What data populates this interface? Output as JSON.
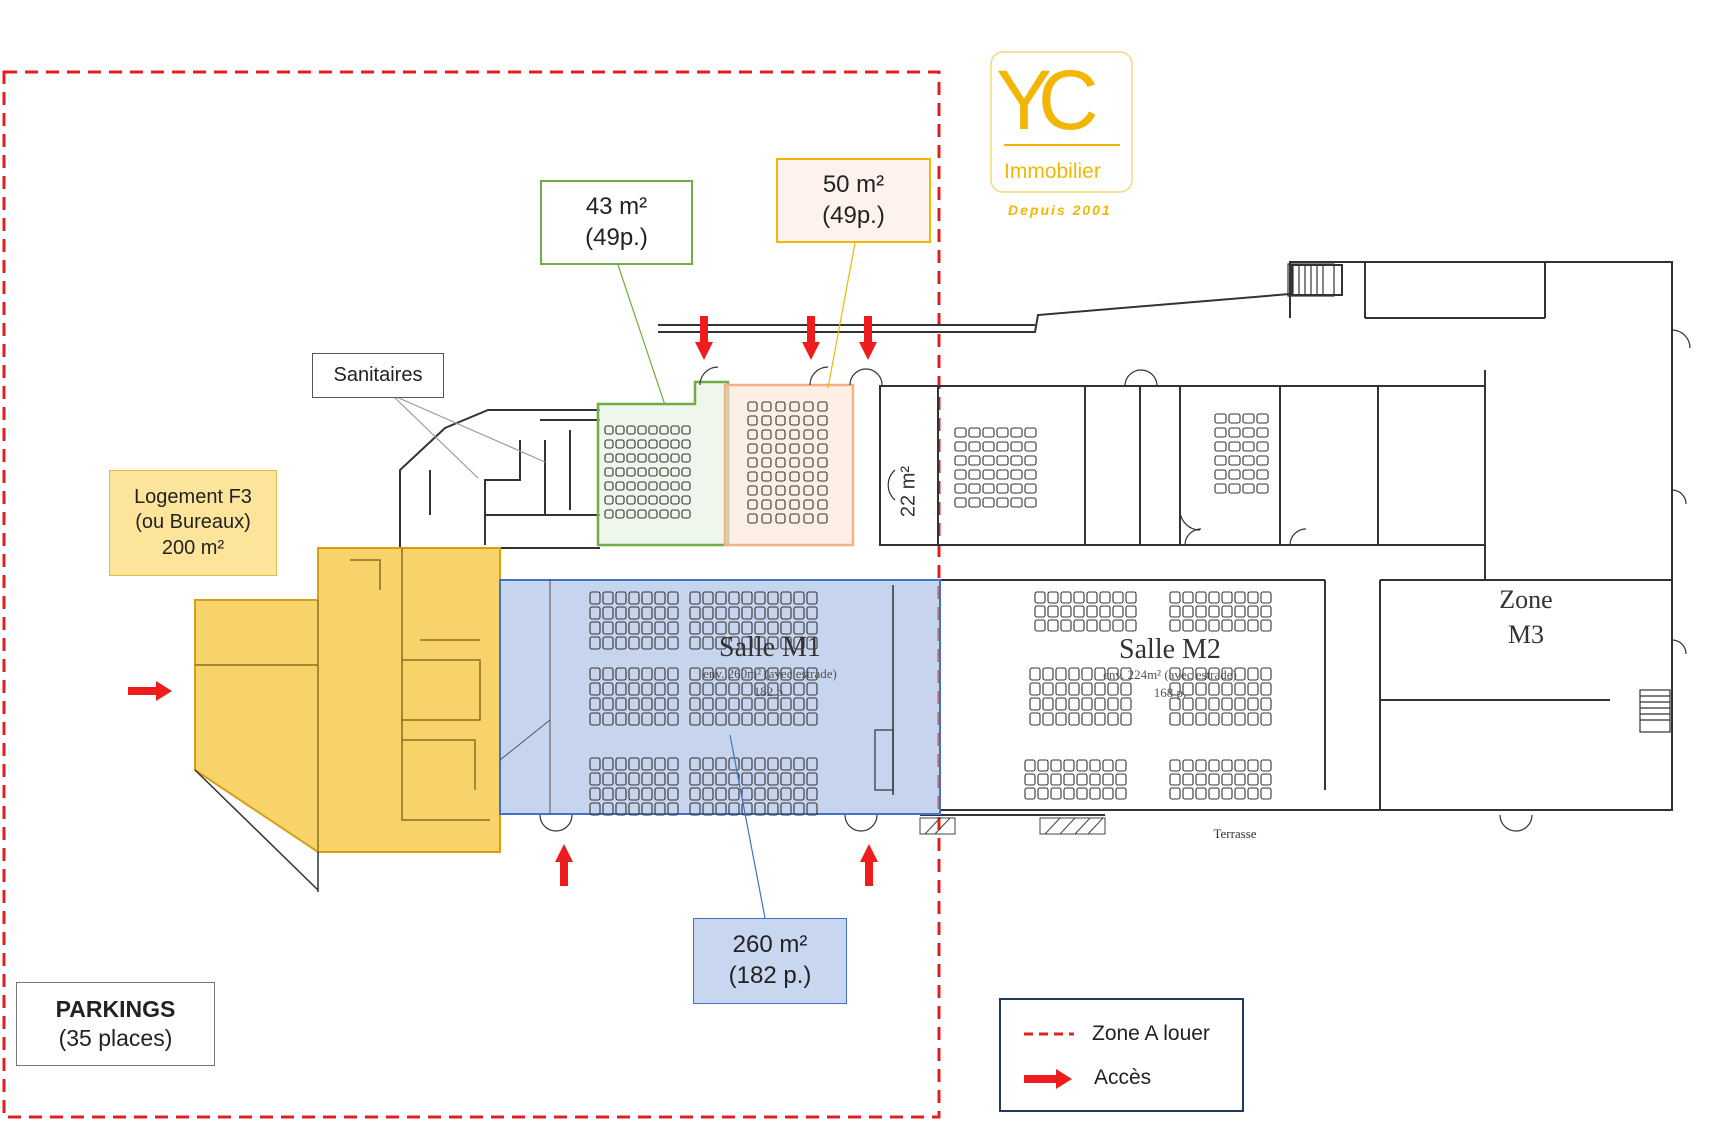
{
  "logo": {
    "letters": "YC",
    "name": "Immobilier",
    "tagline": "Depuis 2001"
  },
  "labels": {
    "area_43": {
      "line1": "43 m²",
      "line2": "(49p.)"
    },
    "area_50": {
      "line1": "50 m²",
      "line2": "(49p.)"
    },
    "sanitaires": "Sanitaires",
    "logement": {
      "line1": "Logement F3",
      "line2": "(ou Bureaux)",
      "line3": "200 m²"
    },
    "area_22": "22 m²",
    "salle_m1": {
      "name": "Salle M1",
      "line1": "env. 260m² (avec estrade)",
      "line2": "182 p."
    },
    "salle_m2": {
      "name": "Salle M2",
      "line1": "env. 224m² (avec estrade)",
      "line2": "168 p."
    },
    "zone_m3": {
      "line1": "Zone",
      "line2": "M3"
    },
    "terrasse": "Terrasse",
    "area_260": {
      "line1": "260 m²",
      "line2": "(182 p.)"
    },
    "parkings": {
      "title": "PARKINGS",
      "subtitle": "(35 places)"
    }
  },
  "legend": {
    "zone_a_louer": "Zone A louer",
    "acces": "Accès"
  },
  "colors": {
    "zone_line": "#e02020",
    "arrow": "#ee1c1c",
    "logo": "#f2b705",
    "m1_fill": "#8faadc",
    "m1_border": "#4472c4",
    "logement_fill": "#f7c948",
    "small_room_green": "#70ad47",
    "small_room_orange": "#f4b183"
  }
}
